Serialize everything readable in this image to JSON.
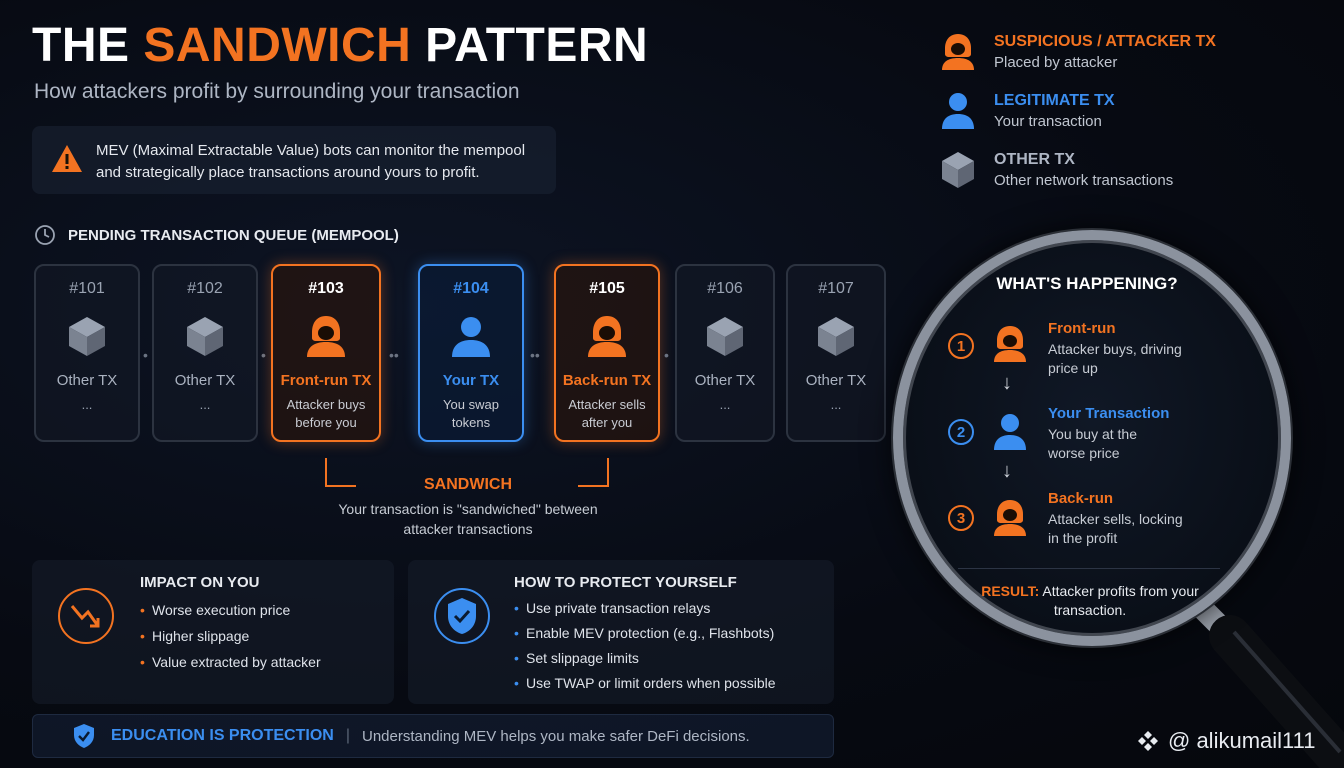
{
  "header": {
    "title_part1": "THE ",
    "title_highlight": "SANDWICH",
    "title_part2": " PATTERN",
    "subtitle": "How attackers profit by surrounding your transaction"
  },
  "intro": {
    "text": "MEV (Maximal Extractable Value) bots can monitor the mempool and strategically place transactions around yours to profit."
  },
  "legend": [
    {
      "title": "SUSPICIOUS / ATTACKER TX",
      "subtitle": "Placed by attacker",
      "color": "#f37321"
    },
    {
      "title": "LEGITIMATE TX",
      "subtitle": "Your transaction",
      "color": "#3b8ef0"
    },
    {
      "title": "OTHER TX",
      "subtitle": "Other network transactions",
      "color": "#9aa3b2"
    }
  ],
  "queue": {
    "title": "PENDING TRANSACTION QUEUE (MEMPOOL)",
    "cards": [
      {
        "num": "#101",
        "label": "Other TX",
        "desc": "...",
        "kind": "other"
      },
      {
        "num": "#102",
        "label": "Other TX",
        "desc": "...",
        "kind": "other"
      },
      {
        "num": "#103",
        "label": "Front-run TX",
        "desc": "Attacker buys before you",
        "kind": "attacker"
      },
      {
        "num": "#104",
        "label": "Your TX",
        "desc": "You swap tokens",
        "kind": "legit"
      },
      {
        "num": "#105",
        "label": "Back-run TX",
        "desc": "Attacker sells after you",
        "kind": "attacker"
      },
      {
        "num": "#106",
        "label": "Other TX",
        "desc": "...",
        "kind": "other"
      },
      {
        "num": "#107",
        "label": "Other TX",
        "desc": "...",
        "kind": "other"
      }
    ]
  },
  "sandwich": {
    "label": "SANDWICH",
    "desc": "Your transaction is \"sandwiched\" between attacker transactions"
  },
  "impact": {
    "title": "IMPACT ON YOU",
    "items": [
      "Worse execution price",
      "Higher slippage",
      "Value extracted by attacker"
    ]
  },
  "protect": {
    "title": "HOW TO PROTECT YOURSELF",
    "items": [
      "Use private transaction relays",
      "Enable MEV protection (e.g., Flashbots)",
      "Set slippage limits",
      "Use TWAP or limit orders when possible"
    ]
  },
  "footer": {
    "title": "EDUCATION IS PROTECTION",
    "separator": "|",
    "text": "Understanding MEV helps you make safer DeFi decisions."
  },
  "happening": {
    "title": "WHAT'S HAPPENING?",
    "steps": [
      {
        "n": "1",
        "title": "Front-run",
        "desc1": "Attacker buys, driving",
        "desc2": "price up",
        "color": "#f37321"
      },
      {
        "n": "2",
        "title": "Your Transaction",
        "desc1": "You buy at the",
        "desc2": "worse price",
        "color": "#3b8ef0"
      },
      {
        "n": "3",
        "title": "Back-run",
        "desc1": "Attacker sells, locking",
        "desc2": "in the profit",
        "color": "#f37321"
      }
    ],
    "result_label": "RESULT:",
    "result_text": "Attacker profits from your transaction."
  },
  "watermark": {
    "handle": "@ alikumail111"
  }
}
